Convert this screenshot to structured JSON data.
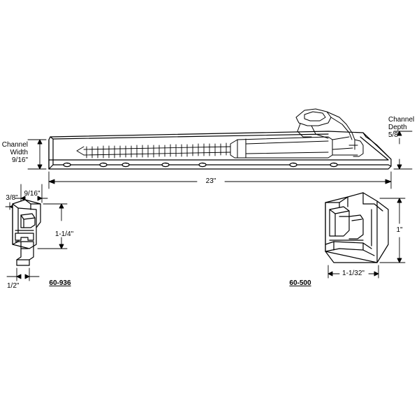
{
  "diagram": {
    "title": "window channel balance technical drawing",
    "line_color": "#000000",
    "background": "#ffffff"
  },
  "labels": {
    "channel_width": "Channel\nWidth\n9/16\"",
    "channel_depth": "Channel\nDepth\n5/8\"",
    "length": "23\"",
    "width_top": "9/16\"",
    "thickness_left": "3/8\"",
    "height_left": "1-1/4\"",
    "bottom_left": "1/2\"",
    "height_right": "1\"",
    "width_right": "1-1/32\"",
    "part_left": "60-936",
    "part_right": "60-500"
  }
}
